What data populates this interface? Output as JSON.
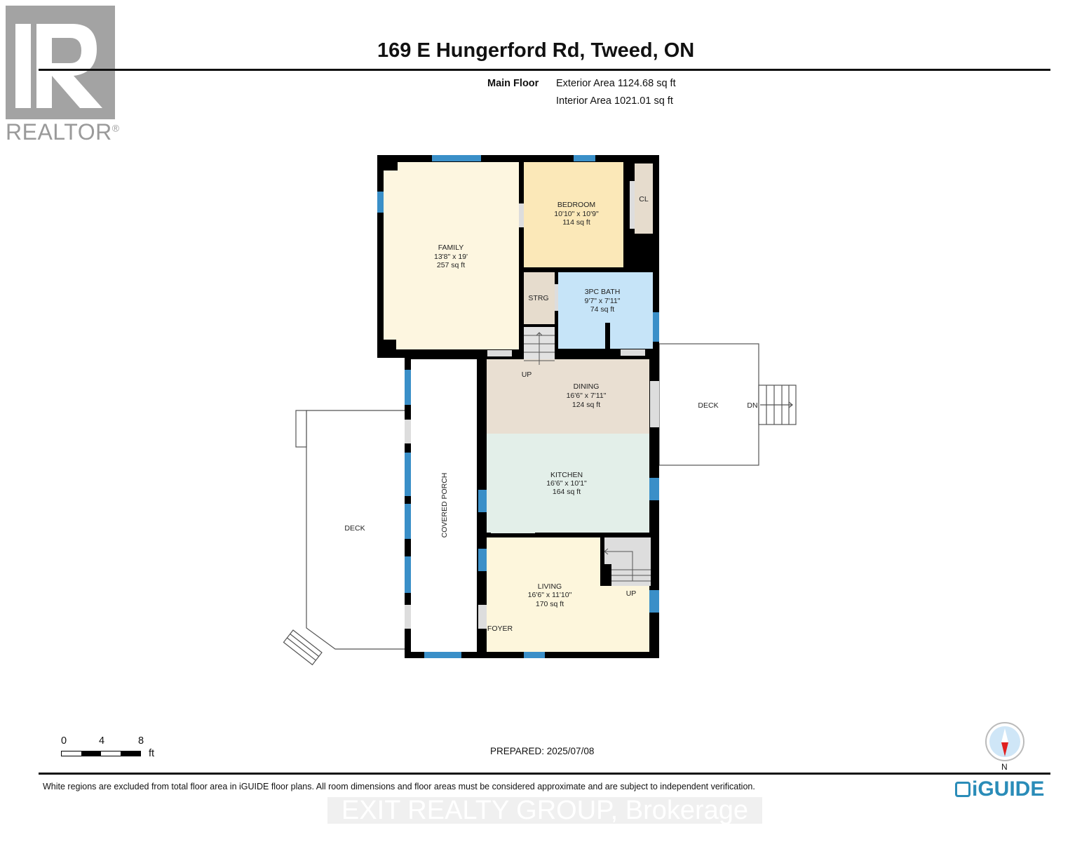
{
  "header": {
    "title": "169 E Hungerford Rd, Tweed, ON",
    "floor_label": "Main Floor",
    "exterior_area": "Exterior Area 1124.68 sq ft",
    "interior_area": "Interior Area 1021.01 sq ft"
  },
  "logo": {
    "text": "REALTOR",
    "mark": "®"
  },
  "rooms": {
    "family": {
      "name": "FAMILY",
      "dims": "13'8\" x 19'",
      "area": "257 sq ft"
    },
    "bedroom": {
      "name": "BEDROOM",
      "dims": "10'10\" x 10'9\"",
      "area": "114 sq ft"
    },
    "closet": {
      "name": "CL"
    },
    "storage": {
      "name": "STRG"
    },
    "bath": {
      "name": "3PC BATH",
      "dims": "9'7\" x 7'11\"",
      "area": "74 sq ft"
    },
    "dining": {
      "name": "DINING",
      "dims": "16'6\" x 7'11\"",
      "area": "124 sq ft"
    },
    "kitchen": {
      "name": "KITCHEN",
      "dims": "16'6\" x 10'1\"",
      "area": "164 sq ft"
    },
    "living": {
      "name": "LIVING",
      "dims": "16'6\" x 11'10\"",
      "area": "170 sq ft"
    },
    "foyer": {
      "name": "FOYER"
    },
    "porch": {
      "name": "COVERED PORCH"
    },
    "deck_left": {
      "name": "DECK"
    },
    "deck_right": {
      "name": "DECK"
    },
    "stairs_up_1": "UP",
    "stairs_up_2": "UP",
    "stairs_down": "DN"
  },
  "colors": {
    "family": "#fdf6e0",
    "bedroom": "#fbe8b8",
    "bath": "#c6e4f8",
    "storage": "#e6dccd",
    "dining": "#e9dfd2",
    "kitchen": "#e3efe9",
    "living": "#fdf6dc",
    "window": "#3a8fc8",
    "wall": "#000000"
  },
  "footer": {
    "scale_labels": [
      "0",
      "4",
      "8"
    ],
    "scale_unit": "ft",
    "prepared": "PREPARED: 2025/07/08",
    "compass_label": "N",
    "disclaimer": "White regions are excluded from total floor area in iGUIDE floor plans. All room dimensions and floor areas must be considered approximate and are subject to independent verification.",
    "watermark": "EXIT REALTY GROUP, Brokerage",
    "brand": "iGUIDE"
  }
}
